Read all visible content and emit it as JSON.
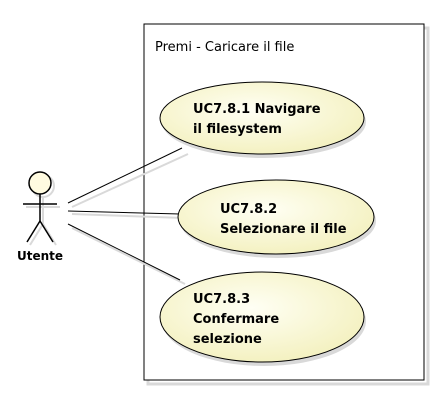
{
  "system": {
    "title": "Premi - Caricare il file"
  },
  "actor": {
    "name": "Utente"
  },
  "use_cases": [
    {
      "lines": [
        "UC7.8.1 Navigare",
        "il filesystem"
      ]
    },
    {
      "lines": [
        "UC7.8.2",
        "Selezionare il file"
      ]
    },
    {
      "lines": [
        "UC7.8.3",
        "Confermare",
        "selezione"
      ]
    }
  ],
  "colors": {
    "use_case_fill_light": "#fffff4",
    "use_case_fill_dark": "#f3f0bd",
    "stroke": "#000000",
    "shadow": "#d9d9d9",
    "actor_head_fill": "#fffbe0"
  }
}
